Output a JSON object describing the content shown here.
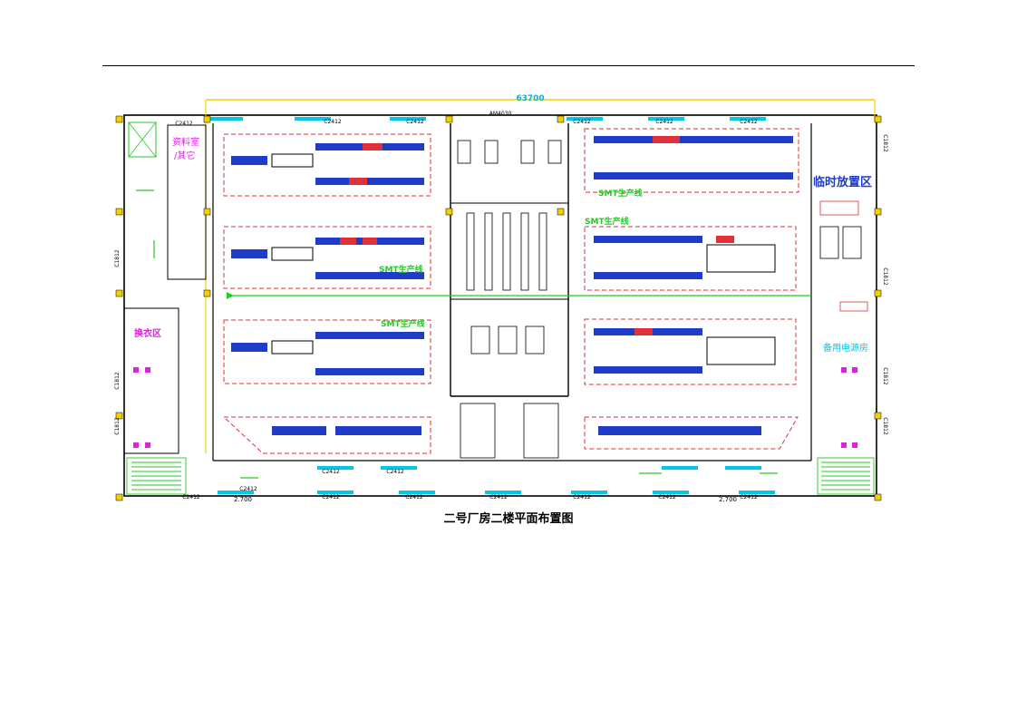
{
  "caption": "二号厂房二楼平面布置图",
  "dimension_top": "63700",
  "corridor_top_label": "AM4030",
  "dim_bottom_left": "2.700",
  "dim_bottom_right": "2.700",
  "zones": {
    "archive": "资料室",
    "archive_other": "/其它",
    "changing": "换衣区",
    "temp_storage": "临时放置区",
    "backup_power": "备用电源房",
    "smt_line_a": "SMT生产线",
    "smt_line_b": "SMT生产线",
    "smt_line_c": "SMT生产线",
    "smt_line_d": "SMT生产线"
  },
  "door_labels": [
    "C2412",
    "C2412",
    "C2412",
    "C2412",
    "C2412",
    "C2412",
    "C2412",
    "C2412"
  ],
  "bottom_door_labels": [
    "C2412",
    "C2412",
    "C2412",
    "C2412",
    "C2412",
    "C2412",
    "C2412",
    "C2412"
  ],
  "side_labels_right": [
    "C1812",
    "C1812",
    "C1812",
    "C1812"
  ],
  "side_labels_left": [
    "C1812",
    "C1812",
    "C1812"
  ],
  "colors": {
    "frame": "#000000",
    "dim": "#f4d000",
    "zone_red": "#e0303a",
    "machine_blue": "#1e3cc8",
    "accent_cyan": "#00c8e6",
    "label_green": "#22cc22",
    "label_magenta": "#e020e0",
    "label_blue": "#1e3cc8"
  }
}
